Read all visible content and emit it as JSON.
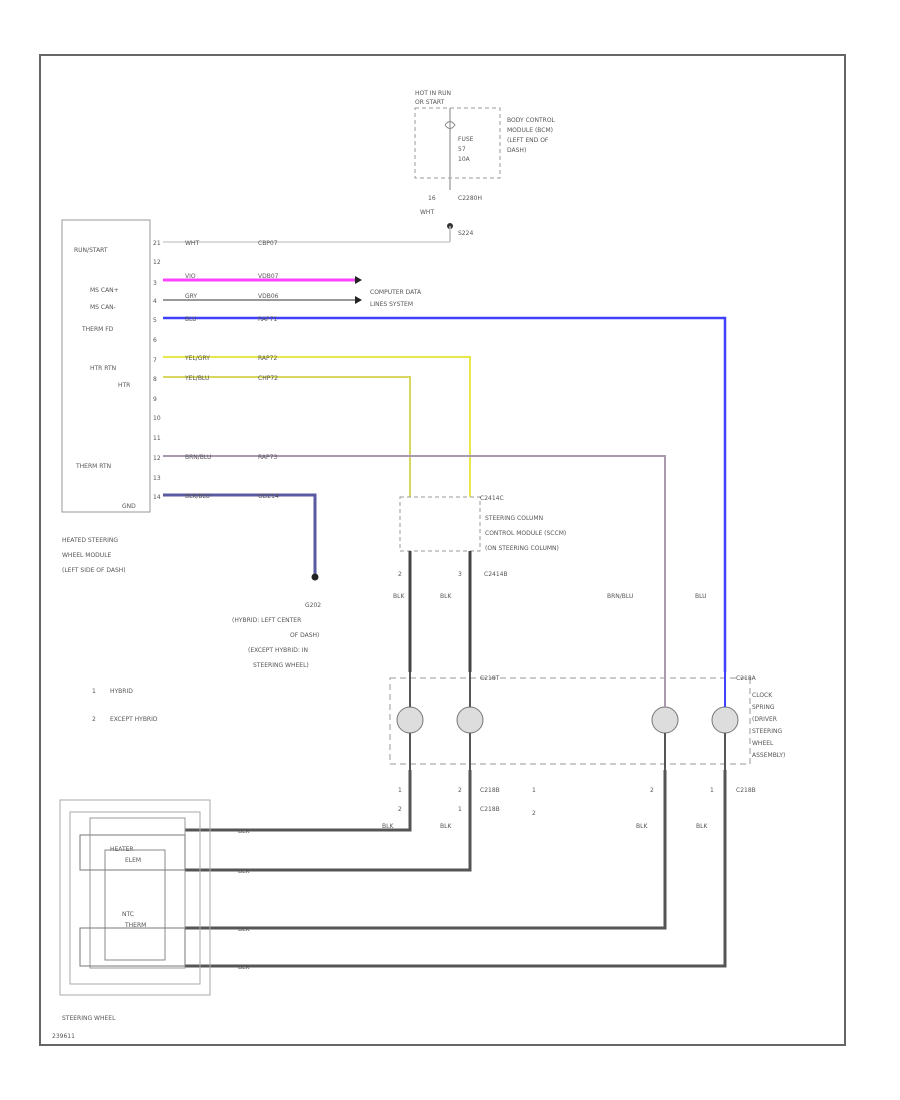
{
  "hot_label": [
    "HOT IN RUN",
    "OR START"
  ],
  "fuse_label": [
    "FUSE",
    "57",
    "10A"
  ],
  "bcm_label": [
    "BODY CONTROL",
    "MODULE (BCM)",
    "(LEFT END OF",
    "DASH)"
  ],
  "bcm_pin": "16",
  "bcm_conn": "C2280H",
  "bcm_wire": "WHT",
  "splice_top": "S224",
  "hsw_module": {
    "pins": [
      {
        "label": "RUN/START",
        "num": "21",
        "color": "WHT",
        "circuit": "CBP07"
      },
      {
        "label": "",
        "num": "12",
        "color": "",
        "circuit": ""
      },
      {
        "label": "MS CAN+",
        "num": "3",
        "color": "VIO",
        "circuit": "VDB07"
      },
      {
        "label": "MS CAN-",
        "num": "4",
        "color": "GRY",
        "circuit": "VDB06"
      },
      {
        "label": "THERM FD",
        "num": "5",
        "color": "BLU",
        "circuit": "RAP71"
      },
      {
        "label": "",
        "num": "6",
        "color": "",
        "circuit": ""
      },
      {
        "label": "HTR RTN",
        "num": "7",
        "color": "YEL/GRY",
        "circuit": "RAP72"
      },
      {
        "label": "HTR",
        "num": "8",
        "color": "YEL/BLU",
        "circuit": "CHP72"
      },
      {
        "label": "",
        "num": "9",
        "color": "",
        "circuit": ""
      },
      {
        "label": "",
        "num": "10",
        "color": "",
        "circuit": ""
      },
      {
        "label": "",
        "num": "11",
        "color": "",
        "circuit": ""
      },
      {
        "label": "THERM RTN",
        "num": "12",
        "color": "BRN/BLU",
        "circuit": "RAP73"
      },
      {
        "label": "",
        "num": "13",
        "color": "",
        "circuit": ""
      },
      {
        "label": "GND",
        "num": "14",
        "color": "BLK/BLU",
        "circuit": "GD214"
      }
    ],
    "title": [
      "HEATED STEERING",
      "WHEEL MODULE",
      "(LEFT SIDE OF DASH)"
    ]
  },
  "cds_label": [
    "COMPUTER DATA",
    "LINES SYSTEM"
  ],
  "sccm": {
    "conn_top": "C2414C",
    "title": [
      "STEERING COLUMN",
      "CONTROL MODULE (SCCM)",
      "(ON STEERING COLUMN)"
    ],
    "conn_bottom": "C2414B",
    "pin_left": "2",
    "pin_right": "3"
  },
  "g202": [
    "G202",
    "(HYBRID: LEFT CENTER",
    "OF DASH)",
    "(EXCEPT HYBRID: IN",
    "STEERING WHEEL)"
  ],
  "wire_labels": {
    "blk1": "BLK",
    "blk2": "BLK",
    "brnblu": "BRN/BLU",
    "blu": "BLU"
  },
  "legend": [
    {
      "num": "1",
      "text": "HYBRID"
    },
    {
      "num": "2",
      "text": "EXCEPT HYBRID"
    }
  ],
  "clockspring": {
    "conn_top_a": "C218T",
    "conn_top_b": "C218A",
    "title": [
      "CLOCK",
      "SPRING",
      "(DRIVER",
      "STEERING",
      "WHEEL",
      "ASSEMBLY)"
    ],
    "pins_top": [
      "1",
      "2",
      "2",
      "1"
    ],
    "conn_bottom": "C218B",
    "row1_pins": [
      "1",
      "2"
    ],
    "row2_pins": [
      "2",
      "1"
    ],
    "row2_conn": "C218B",
    "row_marks": [
      "1",
      "2"
    ]
  },
  "bottom_wires": {
    "blk_a": "BLK",
    "blk_b": "BLK",
    "blk_c": "BLK",
    "blk_d": "BLK",
    "blk_e": "BLK",
    "blk_f": "BLK",
    "blk_g": "BLK",
    "blk_h": "BLK"
  },
  "steering": {
    "heater_label": [
      "HEATER",
      "ELEM"
    ],
    "sensor_label": [
      "NTC",
      "THERM"
    ],
    "title": "STEERING WHEEL"
  },
  "code": "239611",
  "colors": {
    "white": "#bdbdbd",
    "violet": "#ff33ff",
    "gray": "#888888",
    "blue": "#3333ff",
    "yellow": "#e8e84a",
    "brown_blue": "#a99ab0",
    "black_blue": "#5a5aa0",
    "black": "#444444"
  }
}
